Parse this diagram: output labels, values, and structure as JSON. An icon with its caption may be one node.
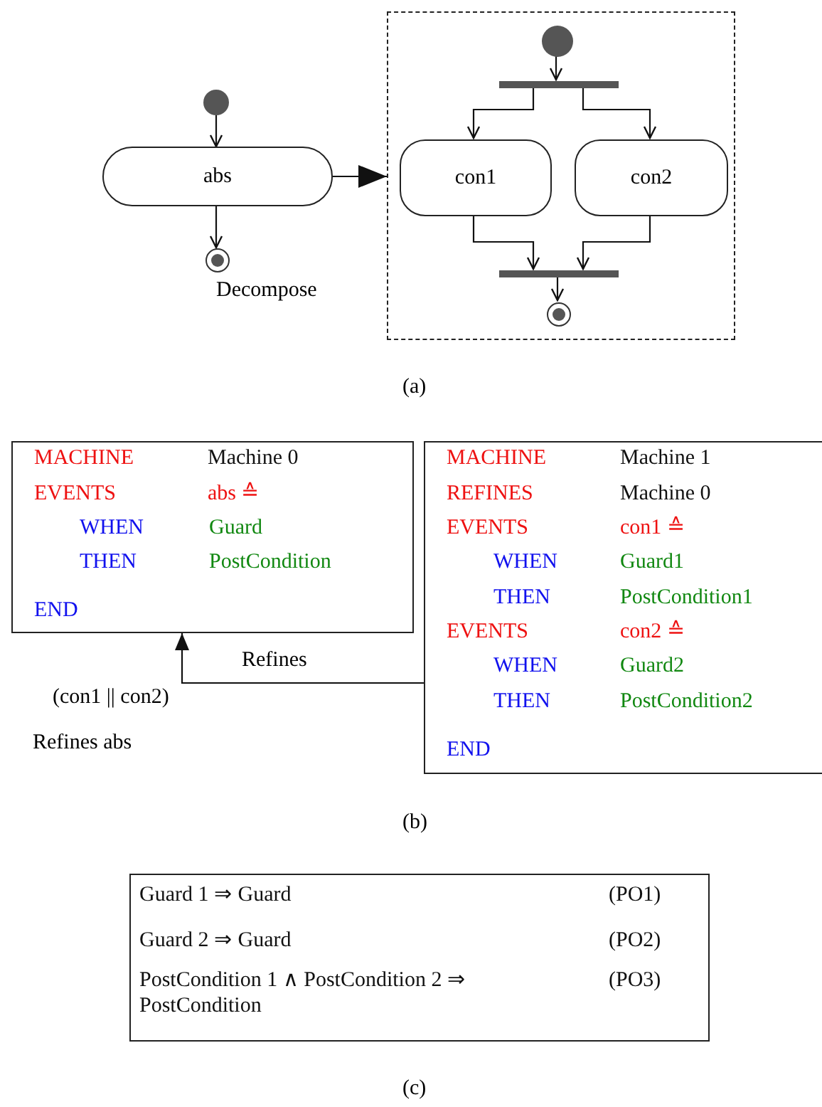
{
  "diagram": {
    "nodes": [
      {
        "text": [],
        "shape": "circle"
      },
      {
        "text": [
          "abs"
        ]
      },
      {
        "text": [],
        "shape": "circle"
      },
      {
        "text": [],
        "shape": "box"
      },
      {
        "text": [],
        "shape": "circle",
        "in": 3
      },
      {
        "text": [],
        "shape": "bar",
        "in": 3
      },
      {
        "text": [
          "con1"
        ],
        "in": 3
      },
      {
        "text": [
          "con2"
        ],
        "in": 3
      },
      {
        "text": [],
        "shape": "bar",
        "in": 3
      },
      {
        "text": [],
        "shape": "circle",
        "in": 3
      },
      {
        "text": [
          "MACHINE",
          "Machine 0",
          "EVENTS",
          "abs ≙",
          "WHEN",
          "Guard",
          "THEN",
          "PostCondition",
          "END"
        ]
      },
      {
        "text": [
          "MACHINE",
          "Machine 1",
          "REFINES",
          "Machine 0",
          "EVENTS",
          "con1 ≙",
          "WHEN",
          "Guard1",
          "THEN",
          "PostCondition1",
          "EVENTS",
          "con2 ≙",
          "WHEN",
          "Guard2",
          "THEN",
          "PostCondition2",
          "END"
        ]
      },
      {
        "text": [
          "Guard 1 ⇒ Guard",
          "(PO1)",
          "Guard 2 ⇒ Guard",
          "(PO2)",
          "PostCondition 1 ∧ PostCondition 2 ⇒ PostCondition",
          "(PO3)"
        ]
      }
    ],
    "edges": [
      {
        "from": 0,
        "to": 1,
        "arrow": "to"
      },
      {
        "from": 1,
        "to": 2,
        "arrow": "to"
      },
      {
        "from": 1,
        "to": 3,
        "arrow": "to"
      },
      {
        "from": 4,
        "to": 5,
        "arrow": "to"
      },
      {
        "from": 5,
        "to": 6,
        "arrow": "to"
      },
      {
        "from": 5,
        "to": 7,
        "arrow": "to"
      },
      {
        "from": 6,
        "to": 8,
        "arrow": "to"
      },
      {
        "from": 7,
        "to": 8,
        "arrow": "to"
      },
      {
        "from": 8,
        "to": 9,
        "arrow": "to"
      },
      {
        "from": 11,
        "to": 10,
        "arrow": "to",
        "label": "Refines"
      }
    ],
    "labels": [
      "Decompose",
      "(a)",
      "(con1 || con2)",
      "Refines abs",
      "(b)",
      "(c)"
    ]
  }
}
